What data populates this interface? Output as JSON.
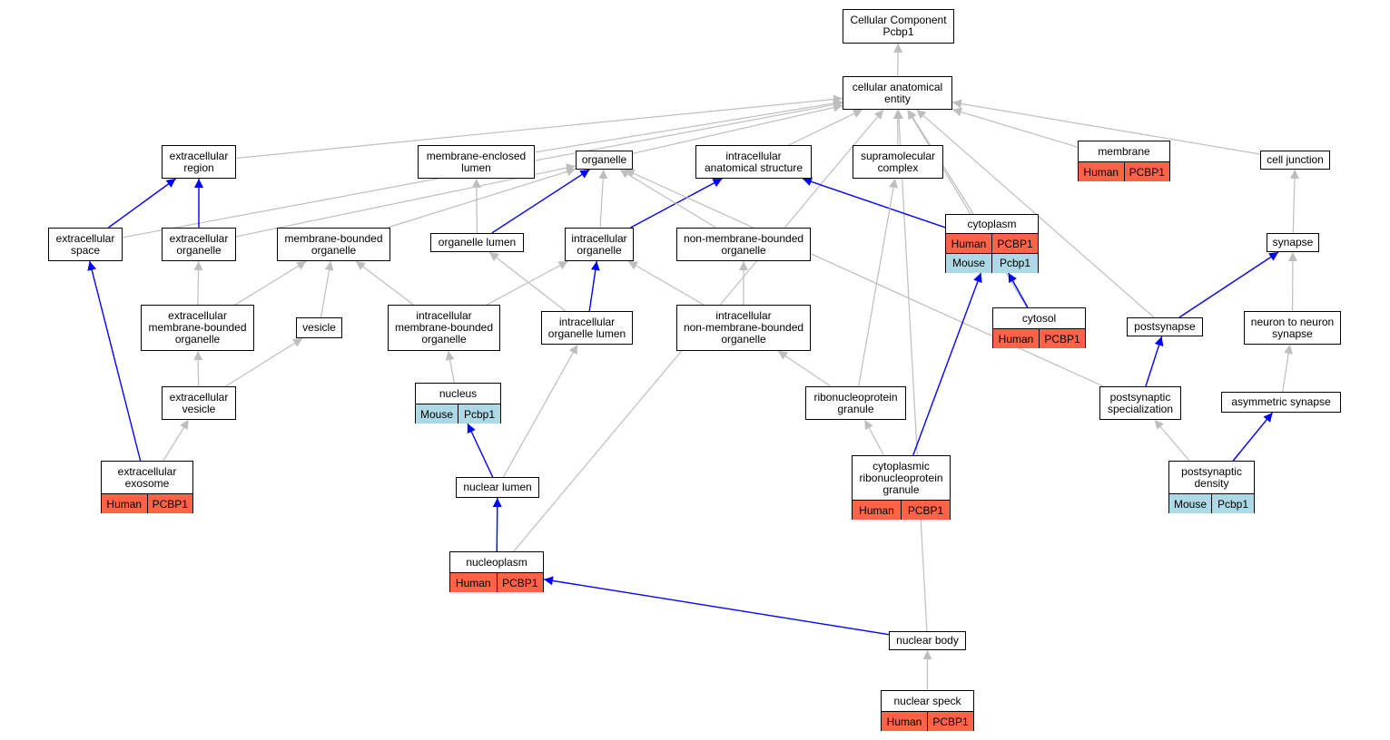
{
  "colors": {
    "human": "#ff6347",
    "mouse": "#add8e6",
    "edge_default": "#bebebe",
    "edge_highlight": "#0000ff"
  },
  "nodes": {
    "root": {
      "lines": [
        "Cellular Component",
        "Pcbp1"
      ]
    },
    "cae": {
      "lines": [
        "cellular anatomical",
        "entity"
      ]
    },
    "exreg": {
      "lines": [
        "extracellular",
        "region"
      ]
    },
    "mel": {
      "lines": [
        "membrane-enclosed",
        "lumen"
      ]
    },
    "org": {
      "lines": [
        "organelle"
      ]
    },
    "ias": {
      "lines": [
        "intracellular",
        "anatomical structure"
      ]
    },
    "smc": {
      "lines": [
        "supramolecular",
        "complex"
      ]
    },
    "mem": {
      "lines": [
        "membrane"
      ],
      "rows": [
        [
          "Human",
          "PCBP1"
        ]
      ]
    },
    "cj": {
      "lines": [
        "cell junction"
      ]
    },
    "exsp": {
      "lines": [
        "extracellular",
        "space"
      ]
    },
    "exorg": {
      "lines": [
        "extracellular",
        "organelle"
      ]
    },
    "mbo": {
      "lines": [
        "membrane-bounded",
        "organelle"
      ]
    },
    "orglum": {
      "lines": [
        "organelle lumen"
      ]
    },
    "io": {
      "lines": [
        "intracellular",
        "organelle"
      ]
    },
    "nmbo": {
      "lines": [
        "non-membrane-bounded",
        "organelle"
      ]
    },
    "cyto": {
      "lines": [
        "cytoplasm"
      ],
      "rows": [
        [
          "Human",
          "PCBP1"
        ],
        [
          "Mouse",
          "Pcbp1"
        ]
      ]
    },
    "syn": {
      "lines": [
        "synapse"
      ]
    },
    "exmbo": {
      "lines": [
        "extracellular",
        "membrane-bounded",
        "organelle"
      ]
    },
    "ves": {
      "lines": [
        "vesicle"
      ]
    },
    "imbo": {
      "lines": [
        "intracellular",
        "membrane-bounded",
        "organelle"
      ]
    },
    "iol": {
      "lines": [
        "intracellular",
        "organelle lumen"
      ]
    },
    "inmbo": {
      "lines": [
        "intracellular",
        "non-membrane-bounded",
        "organelle"
      ]
    },
    "cytosol": {
      "lines": [
        "cytosol"
      ],
      "rows": [
        [
          "Human",
          "PCBP1"
        ]
      ]
    },
    "psyn": {
      "lines": [
        "postsynapse"
      ]
    },
    "nns": {
      "lines": [
        "neuron to neuron",
        "synapse"
      ]
    },
    "exves": {
      "lines": [
        "extracellular",
        "vesicle"
      ]
    },
    "nuc": {
      "lines": [
        "nucleus"
      ],
      "rows": [
        [
          "Mouse",
          "Pcbp1"
        ]
      ]
    },
    "rnpg": {
      "lines": [
        "ribonucleoprotein",
        "granule"
      ]
    },
    "pss": {
      "lines": [
        "postsynaptic",
        "specialization"
      ]
    },
    "asyn": {
      "lines": [
        "asymmetric synapse"
      ]
    },
    "exo": {
      "lines": [
        "extracellular",
        "exosome"
      ],
      "rows": [
        [
          "Human",
          "PCBP1"
        ]
      ]
    },
    "nlum": {
      "lines": [
        "nuclear lumen"
      ]
    },
    "crnpg": {
      "lines": [
        "cytoplasmic",
        "ribonucleoprotein",
        "granule"
      ],
      "rows": [
        [
          "Human",
          "PCBP1"
        ]
      ]
    },
    "psd": {
      "lines": [
        "postsynaptic",
        "density"
      ],
      "rows": [
        [
          "Mouse",
          "Pcbp1"
        ]
      ]
    },
    "nplasm": {
      "lines": [
        "nucleoplasm"
      ],
      "rows": [
        [
          "Human",
          "PCBP1"
        ]
      ]
    },
    "nbody": {
      "lines": [
        "nuclear body"
      ]
    },
    "nspeck": {
      "lines": [
        "nuclear speck"
      ],
      "rows": [
        [
          "Human",
          "PCBP1"
        ]
      ]
    }
  },
  "edges": [
    {
      "from": "cae",
      "to": "root",
      "kind": "is_a"
    },
    {
      "from": "exreg",
      "to": "cae",
      "kind": "is_a"
    },
    {
      "from": "mel",
      "to": "cae",
      "kind": "is_a"
    },
    {
      "from": "org",
      "to": "cae",
      "kind": "is_a"
    },
    {
      "from": "ias",
      "to": "cae",
      "kind": "is_a"
    },
    {
      "from": "smc",
      "to": "cae",
      "kind": "is_a"
    },
    {
      "from": "mem",
      "to": "cae",
      "kind": "is_a"
    },
    {
      "from": "cj",
      "to": "cae",
      "kind": "is_a"
    },
    {
      "from": "cyto",
      "to": "cae",
      "kind": "is_a"
    },
    {
      "from": "cytosol",
      "to": "cae",
      "kind": "is_a"
    },
    {
      "from": "psyn",
      "to": "cae",
      "kind": "is_a"
    },
    {
      "from": "exsp",
      "to": "cae",
      "kind": "is_a"
    },
    {
      "from": "nplasm",
      "to": "cae",
      "kind": "is_a"
    },
    {
      "from": "nbody",
      "to": "cae",
      "kind": "is_a"
    },
    {
      "from": "exsp",
      "to": "exreg",
      "kind": "part_of"
    },
    {
      "from": "exorg",
      "to": "exreg",
      "kind": "part_of"
    },
    {
      "from": "exorg",
      "to": "org",
      "kind": "is_a"
    },
    {
      "from": "mbo",
      "to": "org",
      "kind": "is_a"
    },
    {
      "from": "orglum",
      "to": "mel",
      "kind": "is_a"
    },
    {
      "from": "orglum",
      "to": "org",
      "kind": "part_of"
    },
    {
      "from": "io",
      "to": "org",
      "kind": "is_a"
    },
    {
      "from": "io",
      "to": "ias",
      "kind": "part_of"
    },
    {
      "from": "nmbo",
      "to": "org",
      "kind": "is_a"
    },
    {
      "from": "pss",
      "to": "org",
      "kind": "is_a"
    },
    {
      "from": "cyto",
      "to": "ias",
      "kind": "part_of"
    },
    {
      "from": "syn",
      "to": "cj",
      "kind": "is_a"
    },
    {
      "from": "exmbo",
      "to": "exorg",
      "kind": "is_a"
    },
    {
      "from": "exmbo",
      "to": "mbo",
      "kind": "is_a"
    },
    {
      "from": "ves",
      "to": "mbo",
      "kind": "is_a"
    },
    {
      "from": "imbo",
      "to": "mbo",
      "kind": "is_a"
    },
    {
      "from": "imbo",
      "to": "io",
      "kind": "is_a"
    },
    {
      "from": "iol",
      "to": "orglum",
      "kind": "is_a"
    },
    {
      "from": "iol",
      "to": "io",
      "kind": "part_of"
    },
    {
      "from": "inmbo",
      "to": "io",
      "kind": "is_a"
    },
    {
      "from": "inmbo",
      "to": "nmbo",
      "kind": "is_a"
    },
    {
      "from": "cytosol",
      "to": "cyto",
      "kind": "part_of"
    },
    {
      "from": "psyn",
      "to": "syn",
      "kind": "part_of"
    },
    {
      "from": "nns",
      "to": "syn",
      "kind": "is_a"
    },
    {
      "from": "exves",
      "to": "exmbo",
      "kind": "is_a"
    },
    {
      "from": "exves",
      "to": "ves",
      "kind": "is_a"
    },
    {
      "from": "nuc",
      "to": "imbo",
      "kind": "is_a"
    },
    {
      "from": "rnpg",
      "to": "inmbo",
      "kind": "is_a"
    },
    {
      "from": "rnpg",
      "to": "smc",
      "kind": "is_a"
    },
    {
      "from": "pss",
      "to": "psyn",
      "kind": "part_of"
    },
    {
      "from": "asyn",
      "to": "nns",
      "kind": "is_a"
    },
    {
      "from": "exo",
      "to": "exsp",
      "kind": "part_of"
    },
    {
      "from": "exo",
      "to": "exves",
      "kind": "is_a"
    },
    {
      "from": "nlum",
      "to": "nuc",
      "kind": "part_of"
    },
    {
      "from": "nlum",
      "to": "iol",
      "kind": "is_a"
    },
    {
      "from": "crnpg",
      "to": "rnpg",
      "kind": "is_a"
    },
    {
      "from": "crnpg",
      "to": "cyto",
      "kind": "part_of"
    },
    {
      "from": "psd",
      "to": "pss",
      "kind": "is_a"
    },
    {
      "from": "psd",
      "to": "asyn",
      "kind": "part_of"
    },
    {
      "from": "nplasm",
      "to": "nlum",
      "kind": "part_of"
    },
    {
      "from": "nbody",
      "to": "nplasm",
      "kind": "part_of"
    },
    {
      "from": "nspeck",
      "to": "nbody",
      "kind": "is_a"
    }
  ]
}
